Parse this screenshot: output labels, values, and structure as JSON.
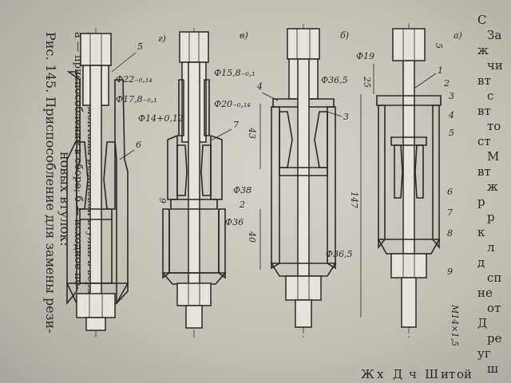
{
  "caption": {
    "title": "Рис. 145. Приспособление для замены рези-",
    "line2": "новых втулок:",
    "line3": "а — приспособление в сборе; б — исходное по-",
    "line4": "ложение для монтажа резиновой втулки в верх-"
  },
  "view_labels": {
    "a": "а)",
    "b": "б)",
    "v": "в)",
    "g": "г)"
  },
  "dimensions": {
    "d19": "Ф19",
    "d36_5_top": "Ф36,5",
    "d36_5_bot": "Ф36,5",
    "l5": "5",
    "l25": "25",
    "l147": "147",
    "l43": "43",
    "l40": "40",
    "d15_8": "Ф15,8₋₀,₁",
    "d20": "Ф20₋₀,₁₄",
    "d14": "Ф14+0,12",
    "d38": "Ф38",
    "d36": "Ф36",
    "l2": "2",
    "l9": "9",
    "d22": "Ф22₋₀,₁₄",
    "d17_8": "Ф17,8₋₀,₁",
    "thread": "M14×1,5"
  },
  "part_numbers": {
    "p1": "1",
    "p2": "2",
    "p3": "3",
    "p4": "4",
    "p5": "5",
    "p6": "6",
    "p7": "7",
    "p8": "8",
    "p9": "9",
    "b3": "3",
    "b4": "4",
    "g7": "7",
    "d5": "5",
    "d6": "6"
  },
  "right_edge_text": [
    "С",
    "За",
    "ж",
    "чи",
    "вт",
    "с",
    "вт",
    "то",
    "ст",
    "М",
    "вт",
    "ж",
    "р",
    "р",
    "к",
    "л",
    "д",
    "сп",
    "не",
    "от",
    "Д",
    "ре",
    "уг",
    "ш"
  ],
  "bottom_text": [
    "Ж",
    "х",
    "Д",
    "ч",
    "Ш",
    "ит",
    "ой"
  ]
}
